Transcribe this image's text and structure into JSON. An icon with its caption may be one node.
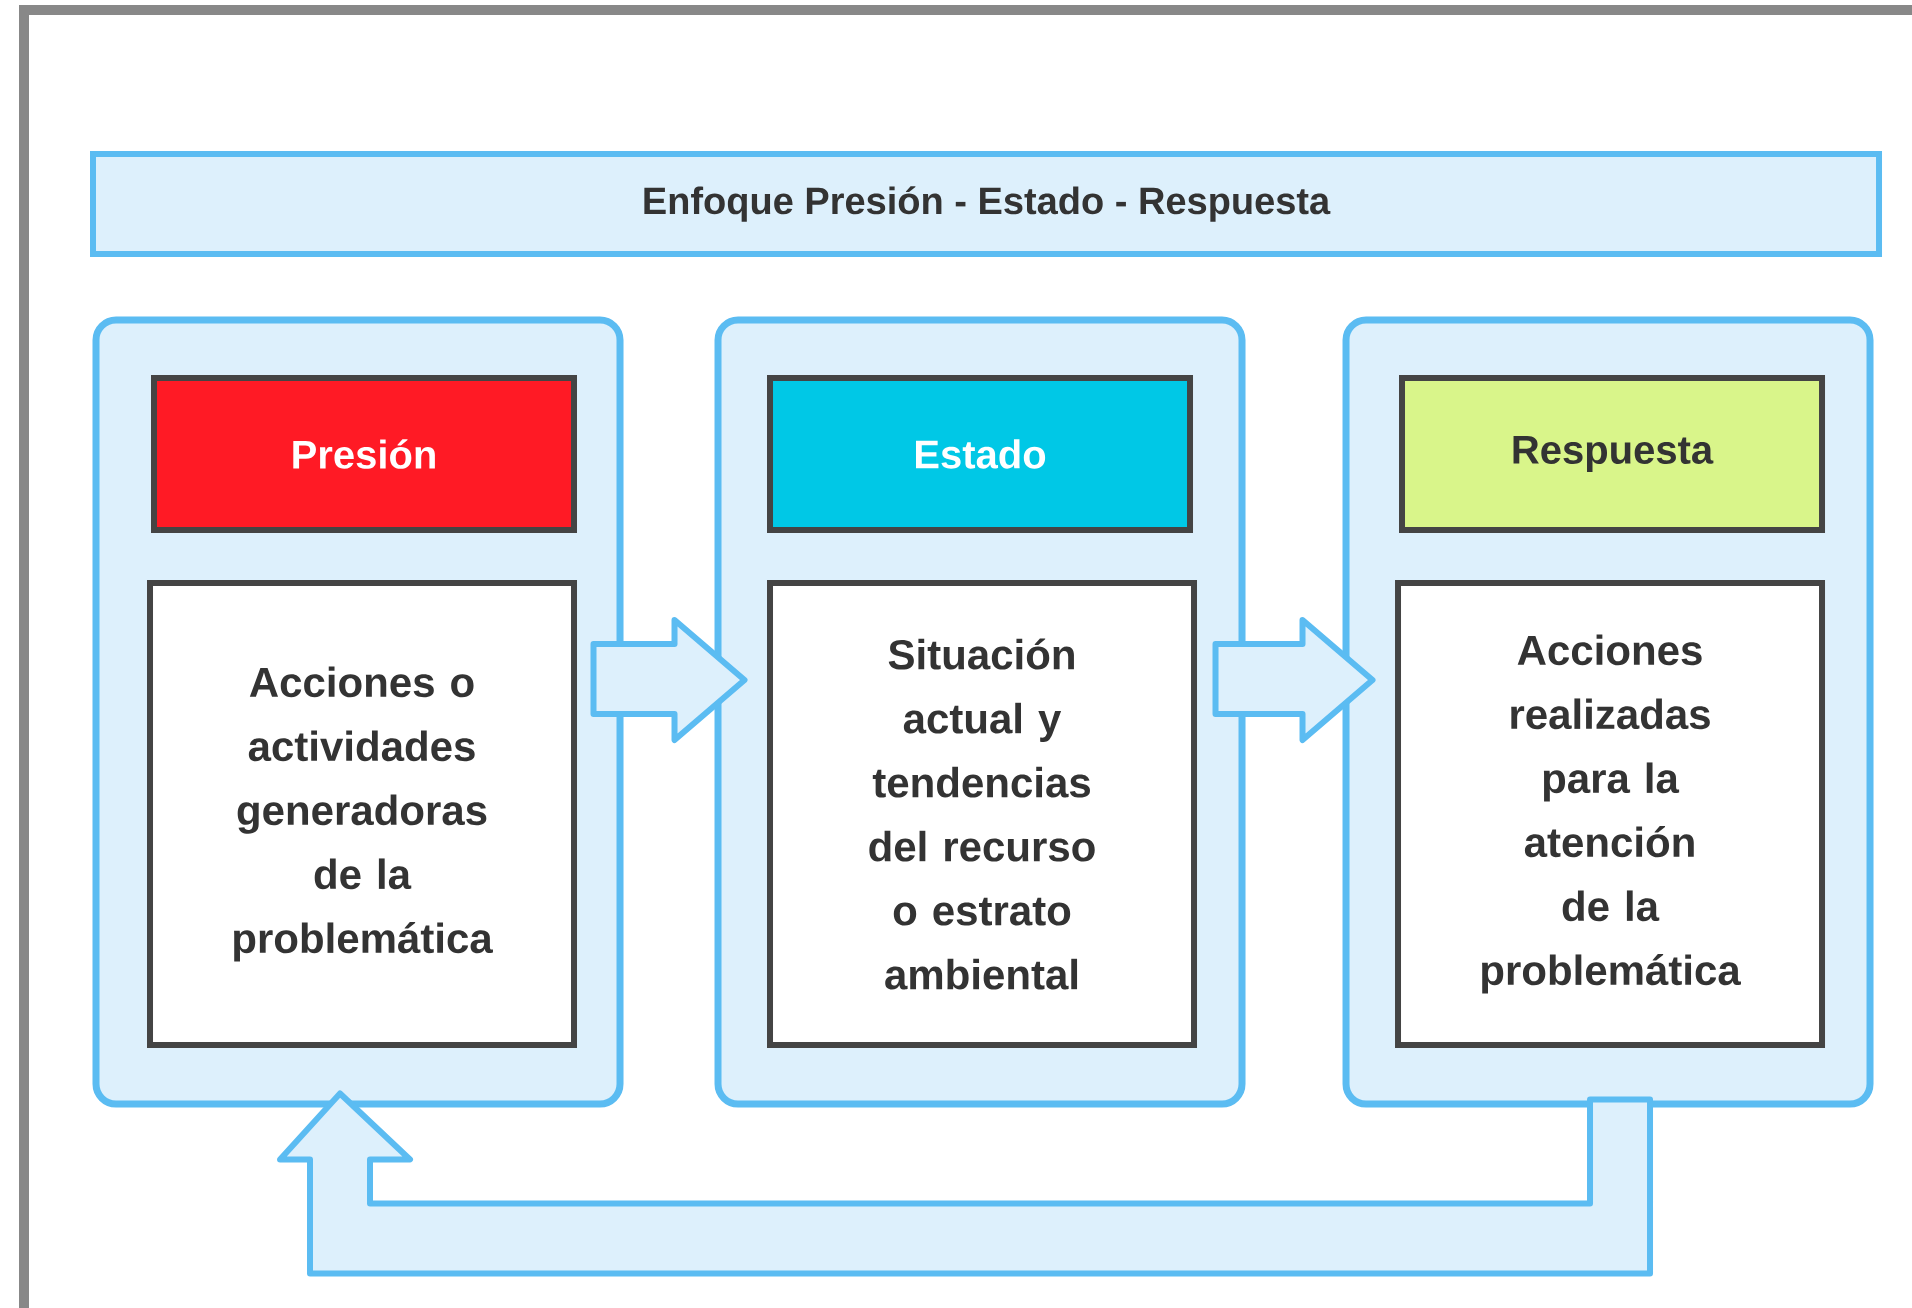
{
  "diagram": {
    "nodes": [
      {
        "text": [
          "Enfoque Presión - Estado - Respuesta"
        ]
      },
      {
        "text": [],
        "shape": "box"
      },
      {
        "text": [
          "Presión"
        ],
        "in": 1
      },
      {
        "text": [
          "Acciones o actividades generadoras de la problemática"
        ],
        "in": 1
      },
      {
        "text": [],
        "shape": "box"
      },
      {
        "text": [
          "Estado"
        ],
        "in": 4
      },
      {
        "text": [
          "Situación actual y tendencias del recurso o estrato ambiental"
        ],
        "in": 4
      },
      {
        "text": [],
        "shape": "box"
      },
      {
        "text": [
          "Respuesta"
        ],
        "in": 7
      },
      {
        "text": [
          "Acciones realizadas para la atención de la problemática"
        ],
        "in": 7
      }
    ],
    "edges": [
      {
        "from": 1,
        "to": 4,
        "arrow": "to"
      },
      {
        "from": 4,
        "to": 7,
        "arrow": "to"
      },
      {
        "from": 7,
        "to": 1,
        "arrow": "to"
      }
    ]
  }
}
